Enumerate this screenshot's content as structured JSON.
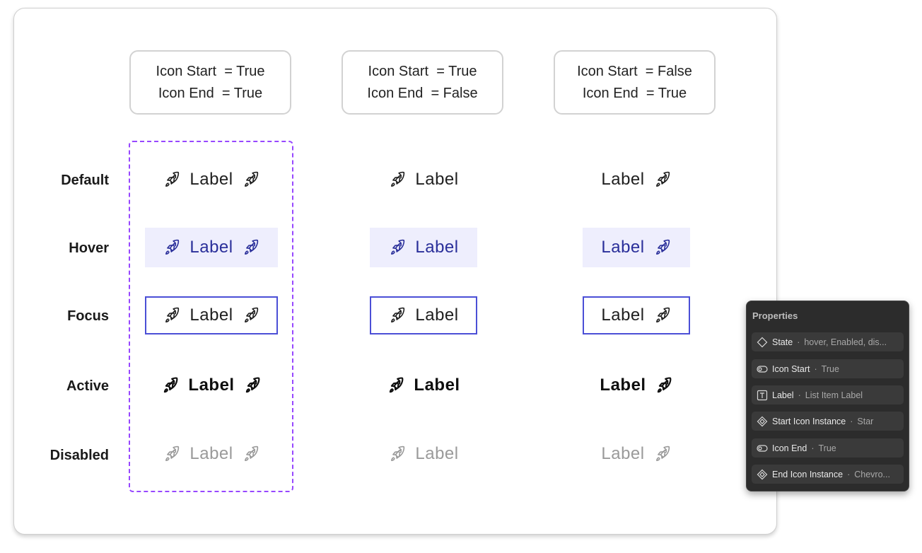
{
  "columns": [
    {
      "line1": "Icon Start  = True",
      "line2": "Icon End  = True",
      "icon_start": true,
      "icon_end": true
    },
    {
      "line1": "Icon Start  = True",
      "line2": "Icon End  = False",
      "icon_start": true,
      "icon_end": false
    },
    {
      "line1": "Icon Start  = False",
      "line2": "Icon End  = True",
      "icon_start": false,
      "icon_end": true
    }
  ],
  "rows": [
    {
      "state": "Default",
      "label": "Label"
    },
    {
      "state": "Hover",
      "label": "Label"
    },
    {
      "state": "Focus",
      "label": "Label"
    },
    {
      "state": "Active",
      "label": "Label"
    },
    {
      "state": "Disabled",
      "label": "Label"
    }
  ],
  "item_icon": "rocket-icon",
  "colors": {
    "selection_outline": "#9747ff",
    "hover_bg": "#eeeefd",
    "hover_text": "#2a2f9a",
    "focus_border": "#4b4fd6",
    "disabled_text": "#9a9a9a"
  },
  "properties_panel": {
    "title": "Properties",
    "items": [
      {
        "icon": "diamond-icon",
        "name": "State",
        "value": "hover, Enabled, dis..."
      },
      {
        "icon": "toggle-icon",
        "name": "Icon Start",
        "value": "True"
      },
      {
        "icon": "text-icon",
        "name": "Label",
        "value": "List Item Label"
      },
      {
        "icon": "instance-icon",
        "name": "Start Icon Instance",
        "value": "Star"
      },
      {
        "icon": "toggle-icon",
        "name": "Icon End",
        "value": "True"
      },
      {
        "icon": "instance-icon",
        "name": "End Icon Instance",
        "value": "Chevro..."
      }
    ]
  }
}
